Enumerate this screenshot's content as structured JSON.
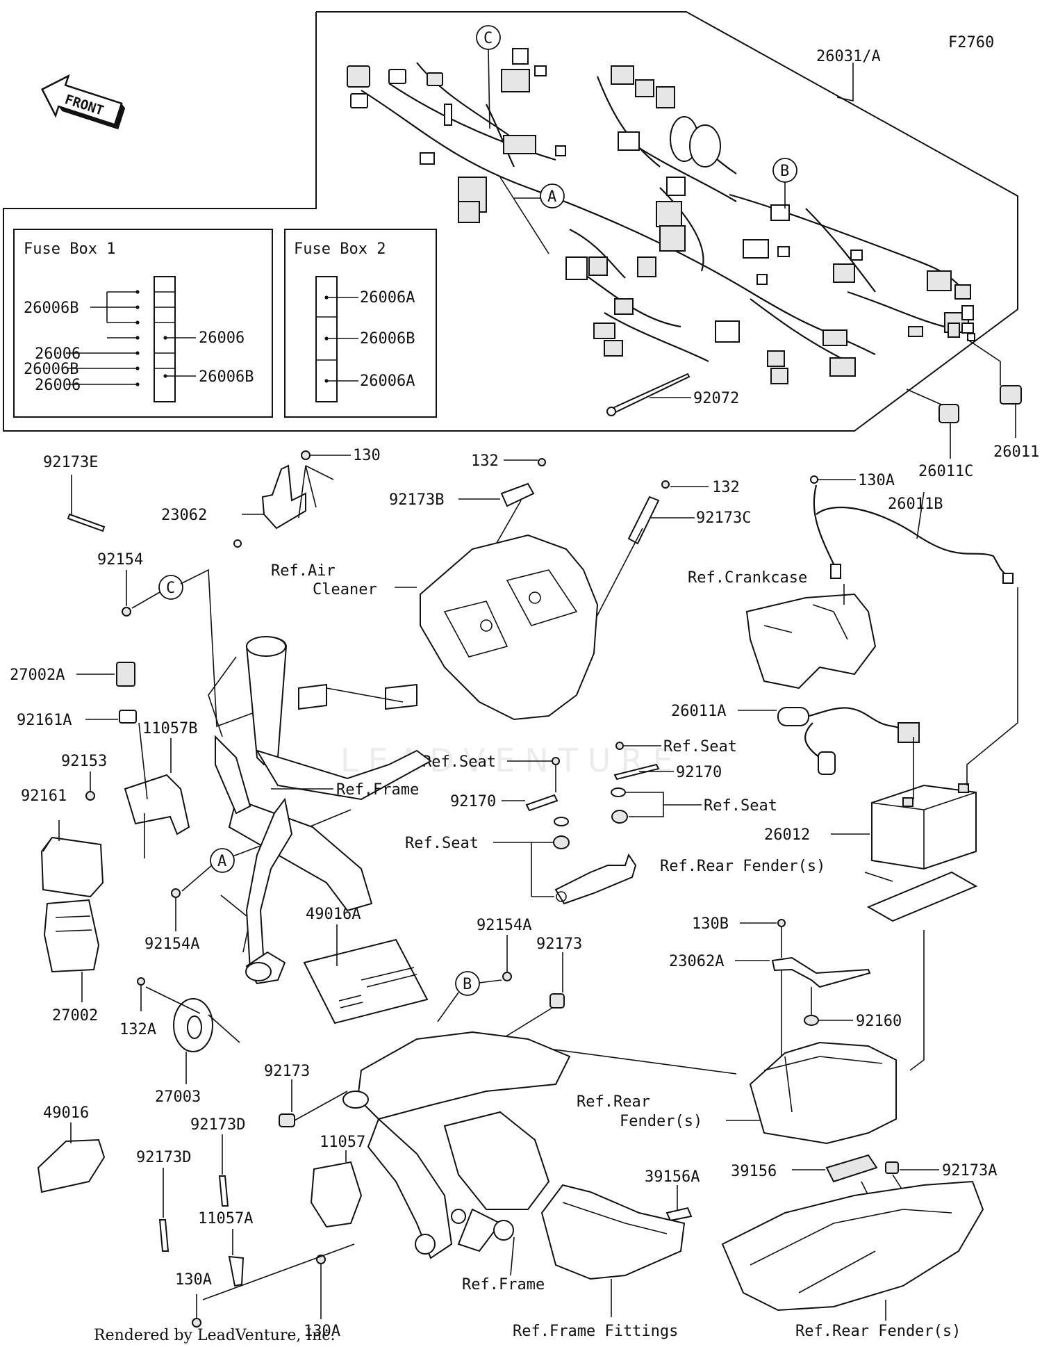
{
  "diagram_id": "F2760",
  "front_label": "FRONT",
  "footer": "Rendered by LeadVenture, Inc.",
  "watermark": "LEADVENTURE",
  "fuse_box_1": {
    "title": "Fuse Box 1",
    "labels": [
      "26006B",
      "26006",
      "26006",
      "26006B",
      "26006",
      "26006B"
    ]
  },
  "fuse_box_2": {
    "title": "Fuse Box 2",
    "labels": [
      "26006A",
      "26006B",
      "26006A"
    ]
  },
  "callouts": [
    "C",
    "B",
    "A",
    "C",
    "A",
    "B"
  ],
  "parts": [
    "26031/A",
    "92072",
    "26011",
    "26011C",
    "26011B",
    "130A",
    "130",
    "23062",
    "92173E",
    "92154",
    "27002A",
    "92161A",
    "11057B",
    "92153",
    "92161",
    "27002",
    "92154A",
    "132A",
    "27003",
    "49016",
    "92173D",
    "92173D",
    "11057A",
    "130A",
    "130A",
    "11057",
    "92173",
    "49016A",
    "92154A",
    "92173",
    "132",
    "92173B",
    "132",
    "92173C",
    "Ref.Air",
    "Cleaner",
    "Ref.Crankcase",
    "26011A",
    "Ref.Seat",
    "92170",
    "Ref.Seat",
    "92170",
    "Ref.Seat",
    "Ref.Seat",
    "26012",
    "Ref.Rear Fender(s)",
    "130B",
    "23062A",
    "92160",
    "Ref.Rear",
    "Fender(s)",
    "39156A",
    "39156",
    "92173A",
    "Ref.Frame",
    "Ref.Frame",
    "Ref.Frame Fittings",
    "Ref.Rear Fender(s)"
  ]
}
